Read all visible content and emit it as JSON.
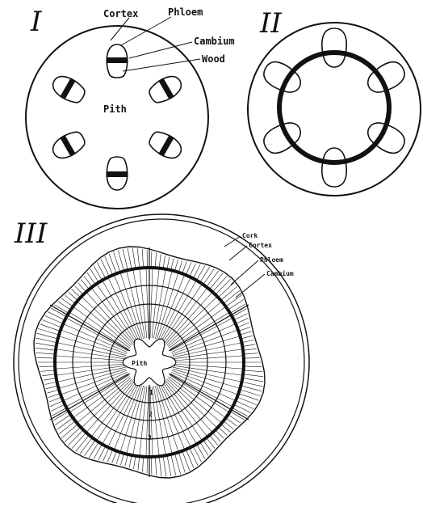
{
  "figure1": {
    "numeral": "I",
    "labels": {
      "cortex": "Cortex",
      "phloem": "Phloem",
      "cambium": "Cambium",
      "wood": "Wood",
      "pith": "Pith"
    }
  },
  "figure2": {
    "numeral": "II"
  },
  "figure3": {
    "numeral": "III",
    "labels": {
      "cork": "Cork",
      "cortex": "Cortex",
      "phloem": "Phloem",
      "cambium": "Cambium",
      "pith": "Pith"
    },
    "rings": [
      "1",
      "2",
      "3"
    ]
  }
}
